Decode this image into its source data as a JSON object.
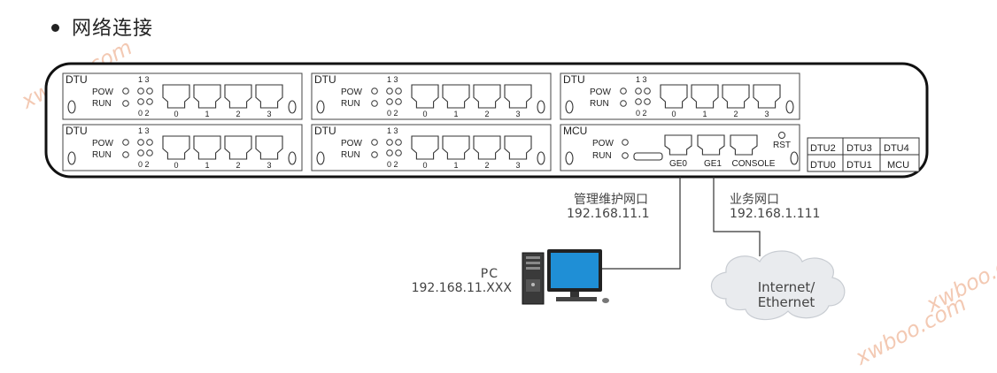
{
  "heading": "网络连接",
  "watermarks": [
    "xwboo.com",
    "xwboo.com",
    "xwboo.com"
  ],
  "modules": {
    "dtu_label": "DTU",
    "mcu_label": "MCU",
    "pow": "POW",
    "run": "RUN",
    "led_top": "1 3",
    "led_bottom": "0 2",
    "port_numbers": [
      "0",
      "1",
      "2",
      "3"
    ],
    "mcu_ports": [
      "GE0",
      "GE1",
      "CONSOLE"
    ],
    "rst": "RST"
  },
  "slot_map": {
    "row1": [
      "DTU2",
      "DTU3",
      "DTU4"
    ],
    "row2": [
      "DTU0",
      "DTU1",
      "MCU"
    ]
  },
  "mgmt": {
    "label": "管理维护网口",
    "ip": "192.168.11.1"
  },
  "biz": {
    "label": "业务网口",
    "ip": "192.168.1.111"
  },
  "pc": {
    "label": "PC",
    "ip": "192.168.11.XXX"
  },
  "cloud": {
    "line1": "Internet/",
    "line2": "Ethernet"
  }
}
